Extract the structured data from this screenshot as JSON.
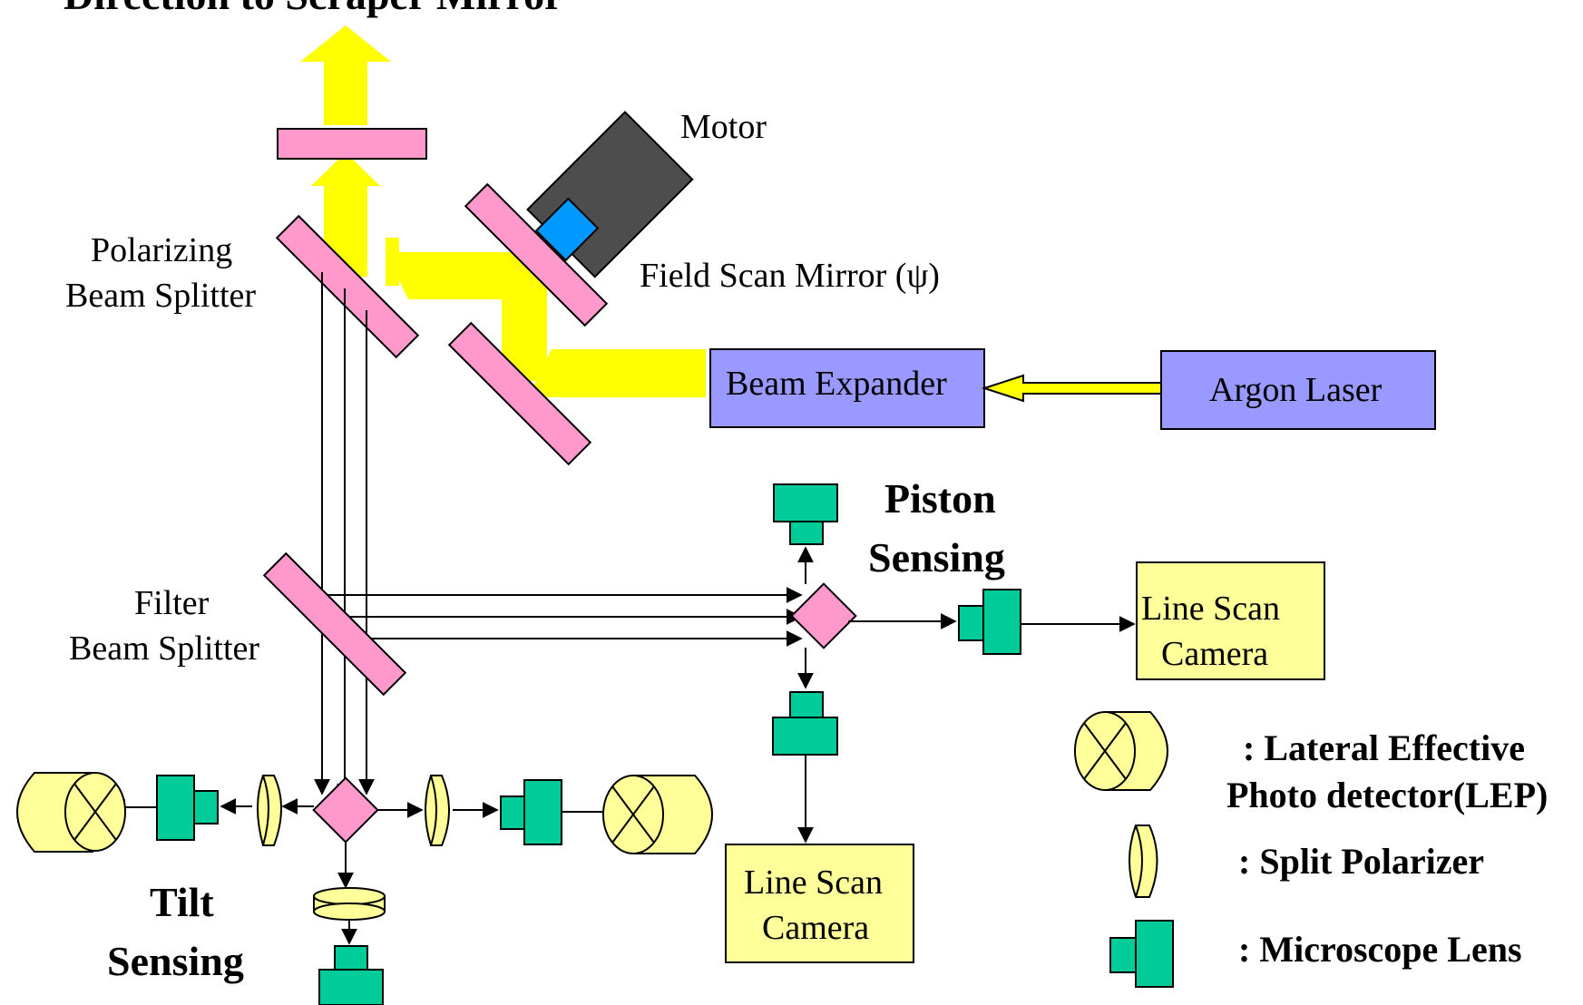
{
  "title": "Direction to Scraper Mirror",
  "labels": {
    "motor": "Motor",
    "field_scan_mirror": "Field Scan  Mirror (ψ)",
    "polarizing_bs_line1": "Polarizing",
    "polarizing_bs_line2": "Beam Splitter",
    "filter_bs_line1": "Filter",
    "filter_bs_line2": "Beam Splitter",
    "beam_expander": "Beam Expander",
    "argon_laser": "Argon Laser",
    "piston_sensing_line1": "Piston",
    "piston_sensing_line2": "Sensing",
    "tilt_sensing_line1": "Tilt",
    "tilt_sensing_line2": "Sensing",
    "line_scan_camera_right_line1": "Line Scan",
    "line_scan_camera_right_line2": "Camera",
    "line_scan_camera_bottom_line1": "Line Scan",
    "line_scan_camera_bottom_line2": "Camera"
  },
  "legend": {
    "lep_line1": ": Lateral Effective",
    "lep_line2": "Photo detector(LEP)",
    "split_polarizer": ": Split Polarizer",
    "microscope_lens": ": Microscope Lens"
  },
  "colors": {
    "beam": "#ffff00",
    "mirror": "#ff99cc",
    "lens": "#00cc99",
    "detector": "#ffff99",
    "expander": "#9999ff",
    "motor": "#4d4d4d",
    "motor_shaft": "#0099ff"
  },
  "icons": [
    "lep-detector-icon",
    "split-polarizer-icon",
    "microscope-lens-icon",
    "motor-icon"
  ]
}
